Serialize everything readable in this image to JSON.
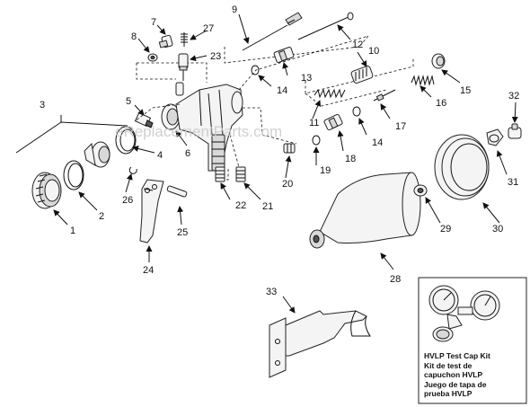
{
  "watermark": "eReplacementParts.com",
  "kit_caption": [
    "HVLP Test Cap Kit",
    "Kit de test de",
    "capuchon HVLP",
    "Juego de tapa de",
    "prueba HVLP"
  ],
  "callouts": {
    "n1": "1",
    "n2": "2",
    "n3": "3",
    "n4": "4",
    "n5": "5",
    "n6": "6",
    "n7": "7",
    "n8": "8",
    "n9": "9",
    "n10": "10",
    "n11": "11",
    "n12": "12",
    "n13": "13",
    "n14a": "14",
    "n14b": "14",
    "n15": "15",
    "n16": "16",
    "n17": "17",
    "n18": "18",
    "n19": "19",
    "n20": "20",
    "n21": "21",
    "n22": "22",
    "n23": "23",
    "n24": "24",
    "n25": "25",
    "n26": "26",
    "n27": "27",
    "n28": "28",
    "n29": "29",
    "n30": "30",
    "n31": "31",
    "n32": "32",
    "n33": "33"
  },
  "icons": {
    "arrow": "arrow-head-icon",
    "gauge": "pressure-gauge-icon"
  }
}
